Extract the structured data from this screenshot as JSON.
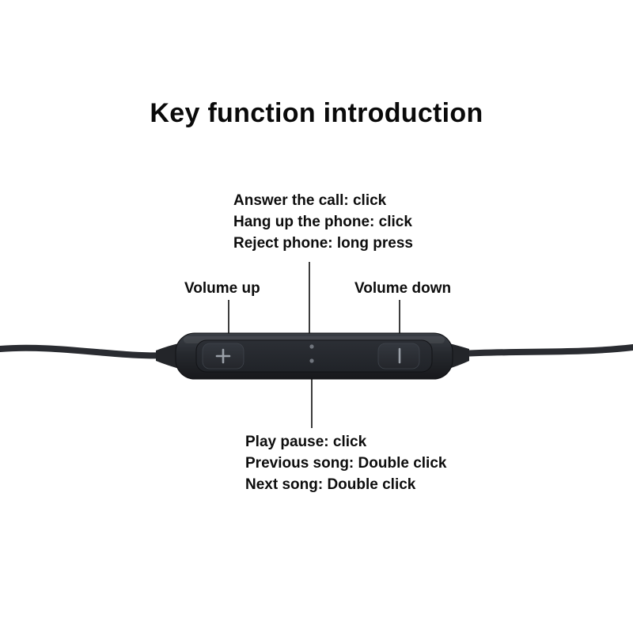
{
  "title": "Key function introduction",
  "annotations": {
    "call": {
      "lines": [
        "Answer the call: click",
        "Hang up the phone: click",
        "Reject phone: long press"
      ]
    },
    "volume_up": "Volume up",
    "volume_down": "Volume down",
    "playback": {
      "lines": [
        "Play pause: click",
        "Previous song: Double click",
        "Next song: Double click"
      ]
    }
  },
  "device": {
    "name": "inline-earphone-remote",
    "buttons": [
      {
        "name": "volume-up-button",
        "icon": "plus-icon",
        "function": "Volume up"
      },
      {
        "name": "center-button",
        "icon": "dots-icon",
        "function": "Play pause / Previous song / Next song / Answer / Hang up / Reject"
      },
      {
        "name": "volume-down-button",
        "icon": "minus-icon",
        "function": "Volume down"
      }
    ],
    "colors": {
      "body_top": "#3b3f46",
      "body_bottom": "#17181b",
      "panel": "#26292f",
      "cable": "#2a2c31",
      "glyph": "#9aa0a8",
      "pointer_line": "#0c0c0c",
      "text": "#0d0d0d"
    }
  }
}
